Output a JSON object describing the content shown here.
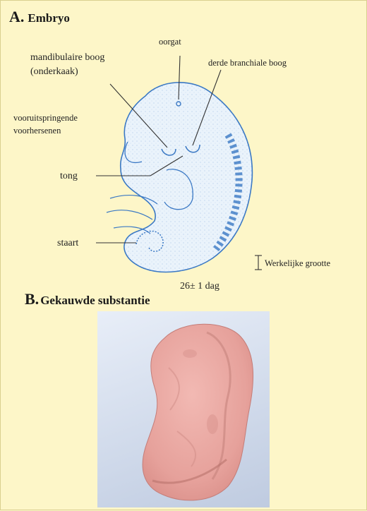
{
  "section_a": {
    "letter": "A.",
    "title": "Embryo"
  },
  "labels": {
    "oorgat": "oorgat",
    "mandibulaire_1": "mandibulaire boog",
    "mandibulaire_2": "(onderkaak)",
    "derde": "derde branchiale boog",
    "vooruit_1": "vooruitspringende",
    "vooruit_2": "voorhersenen",
    "tong": "tong",
    "staart": "staart",
    "werkelijke": "Werkelijke grootte",
    "age": "26± 1 dag"
  },
  "section_b": {
    "letter": "B.",
    "title": "Gekauwde substantie"
  },
  "colors": {
    "background": "#fdf6c8",
    "embryo_outline": "#3a78c4",
    "embryo_fill": "#eaf3fb",
    "gum": "#eaa7a2"
  }
}
